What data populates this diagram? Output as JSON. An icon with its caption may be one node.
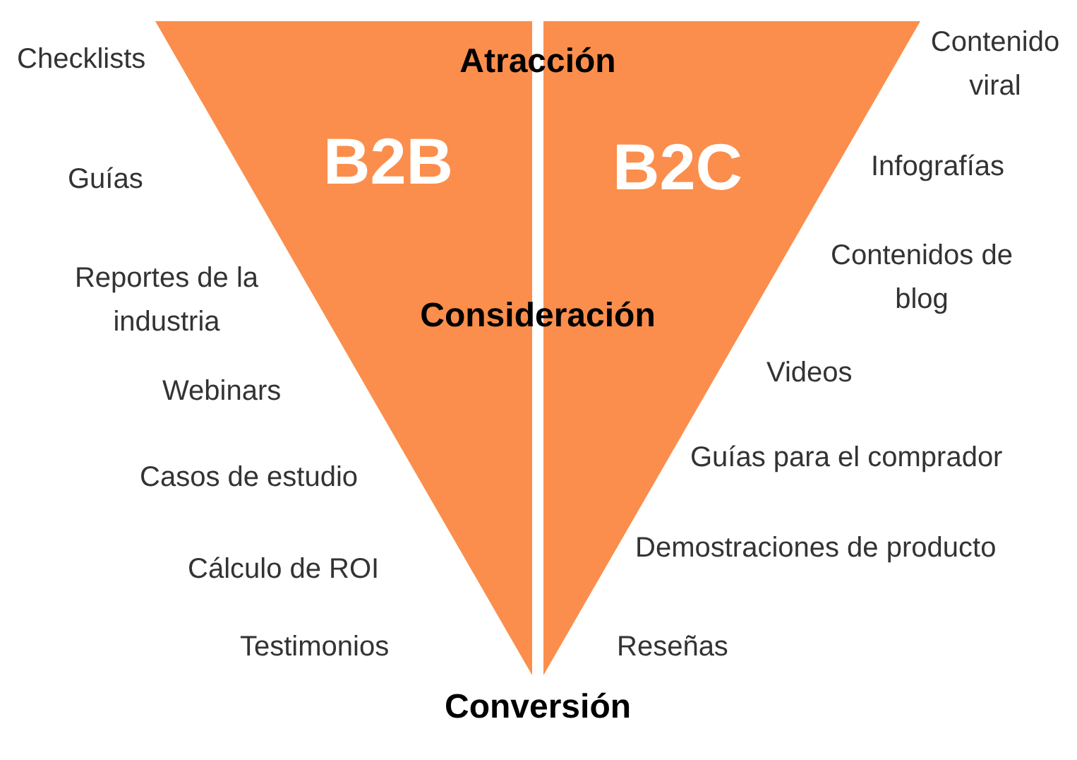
{
  "diagram": {
    "nodes": [
      {
        "text": [
          "B2B"
        ]
      },
      {
        "text": [
          "B2C"
        ]
      }
    ],
    "labels": [
      "Atracción",
      "Consideración",
      "Conversión",
      "Checklists",
      "Guías",
      "Reportes de la industria",
      "Webinars",
      "Casos de estudio",
      "Cálculo de ROI",
      "Testimonios",
      "Contenido viral",
      "Infografías",
      "Contenidos de blog",
      "Videos",
      "Guías para el comprador",
      "Demostraciones de producto",
      "Reseñas"
    ]
  }
}
